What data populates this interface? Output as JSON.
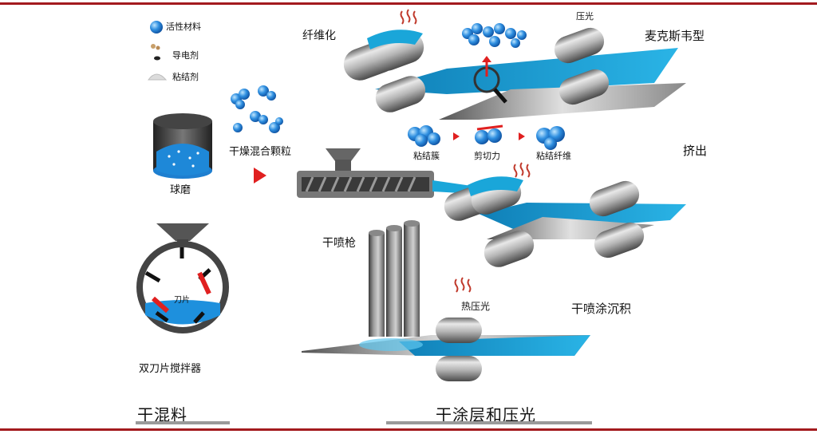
{
  "legend": {
    "active_material": "活性材料",
    "conductive_agent": "导电剂",
    "binder": "粘结剂"
  },
  "left": {
    "ball_mill": "球磨",
    "dry_granules": "干燥混合颗粒",
    "blade": "刀片",
    "twin_blade_mixer": "双刀片搅拌器"
  },
  "top_process": {
    "fibrillation": "纤维化",
    "calender": "压光",
    "name": "麦克斯韦型"
  },
  "middle": {
    "binder_film": "粘结簇",
    "shear_force": "剪切力",
    "binder_fiber": "粘结纤维",
    "extrusion": "挤出"
  },
  "bottom_process": {
    "dry_spray_gun": "干喷枪",
    "hot_calender": "热压光",
    "name": "干喷涂沉积"
  },
  "sections": {
    "dry_mixing": "干混料",
    "dry_coating_calendering": "干涂层和压光"
  },
  "colors": {
    "frame_red": "#a31a1e",
    "film_blue": "#1aa6d9",
    "particle_blue": "#2f8fe0",
    "arrow_red": "#e02020"
  },
  "icons": [
    "particle-icon",
    "conductive-agent-icon",
    "binder-icon",
    "heat-wave-icon",
    "magnifier-icon",
    "red-arrow-icon"
  ]
}
